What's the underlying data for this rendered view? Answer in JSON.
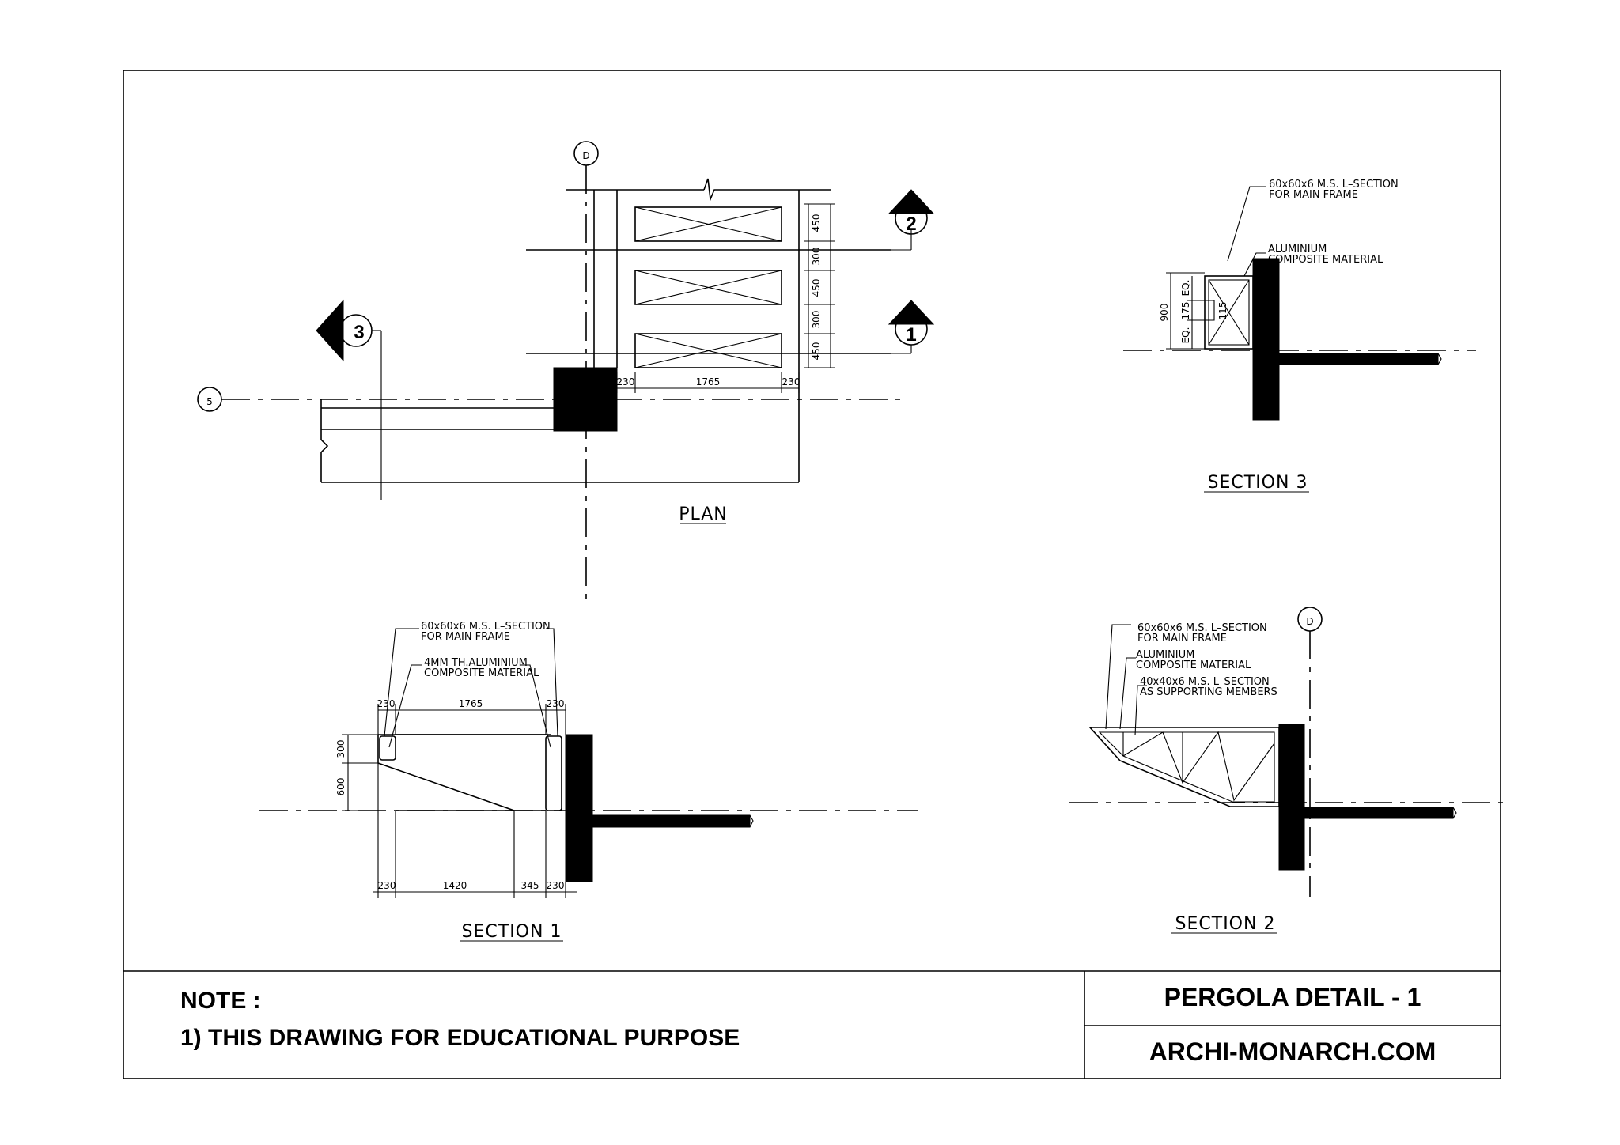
{
  "sheet": {
    "note_heading": "NOTE :",
    "note_1": "1) THIS DRAWING FOR EDUCATIONAL PURPOSE",
    "title": "PERGOLA DETAIL - 1",
    "website": "ARCHI-MONARCH.COM"
  },
  "plan": {
    "title": "PLAN",
    "grid_d": "D",
    "grid_5": "5",
    "marker_1": "1",
    "marker_2": "2",
    "marker_3": "3",
    "dims": {
      "d450a": "450",
      "d300a": "300",
      "d450b": "450",
      "d300b": "300",
      "d450c": "450",
      "d230l": "230",
      "d1765": "1765",
      "d230r": "230"
    }
  },
  "section3": {
    "title": "SECTION  3",
    "note_frame_1": "60x60x6  M.S.  L–SECTION",
    "note_frame_2": "FOR  MAIN  FRAME",
    "note_acm_1": "ALUMINIUM",
    "note_acm_2": "COMPOSITE  MATERIAL",
    "dims": {
      "d900": "900",
      "deq1": "EQ.",
      "d175": "175",
      "deq2": "EQ.",
      "d115": "115"
    }
  },
  "section1": {
    "title": "SECTION  1",
    "note_frame_1": "60x60x6  M.S.  L–SECTION",
    "note_frame_2": "FOR  MAIN  FRAME",
    "note_acm_1": "4MM  TH.ALUMINIUM",
    "note_acm_2": "COMPOSITE  MATERIAL",
    "dims": {
      "t230l": "230",
      "t1765": "1765",
      "t230r": "230",
      "d300": "300",
      "d600": "600",
      "b230l": "230",
      "b1420": "1420",
      "b345": "345",
      "b230r": "230"
    }
  },
  "section2": {
    "title": "SECTION  2",
    "grid_d": "D",
    "note_frame_1": "60x60x6  M.S.  L–SECTION",
    "note_frame_2": "FOR  MAIN  FRAME",
    "note_acm_1": "ALUMINIUM",
    "note_acm_2": "COMPOSITE  MATERIAL",
    "note_support_1": "40x40x6  M.S.  L–SECTION",
    "note_support_2": "AS  SUPPORTING  MEMBERS"
  }
}
